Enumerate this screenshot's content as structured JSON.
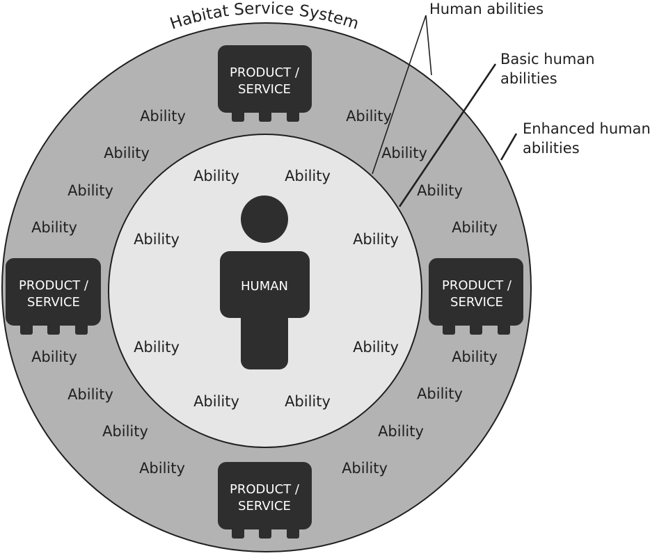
{
  "system": {
    "title": "Habitat Service System"
  },
  "human": {
    "label": "HUMAN"
  },
  "product_boxes": [
    {
      "line1": "PRODUCT /",
      "line2": "SERVICE"
    },
    {
      "line1": "PRODUCT /",
      "line2": "SERVICE"
    },
    {
      "line1": "PRODUCT /",
      "line2": "SERVICE"
    },
    {
      "line1": "PRODUCT /",
      "line2": "SERVICE"
    }
  ],
  "inner_abilities": [
    "Ability",
    "Ability",
    "Ability",
    "Ability",
    "Ability",
    "Ability",
    "Ability",
    "Ability"
  ],
  "outer_abilities": [
    "Ability",
    "Ability",
    "Ability",
    "Ability",
    "Ability",
    "Ability",
    "Ability",
    "Ability",
    "Ability",
    "Ability",
    "Ability",
    "Ability",
    "Ability",
    "Ability",
    "Ability",
    "Ability"
  ],
  "callouts": {
    "human_abilities": {
      "line1": "Human abilities"
    },
    "basic_abilities": {
      "line1": "Basic human",
      "line2": "abilities"
    },
    "enhanced_abilities": {
      "line1": "Enhanced human",
      "line2": "abilities"
    }
  },
  "colors": {
    "outer_ring": "#b3b3b3",
    "inner_disc": "#e6e6e6",
    "dark_shape": "#2e2e2e",
    "stroke": "#1f1f1f"
  }
}
